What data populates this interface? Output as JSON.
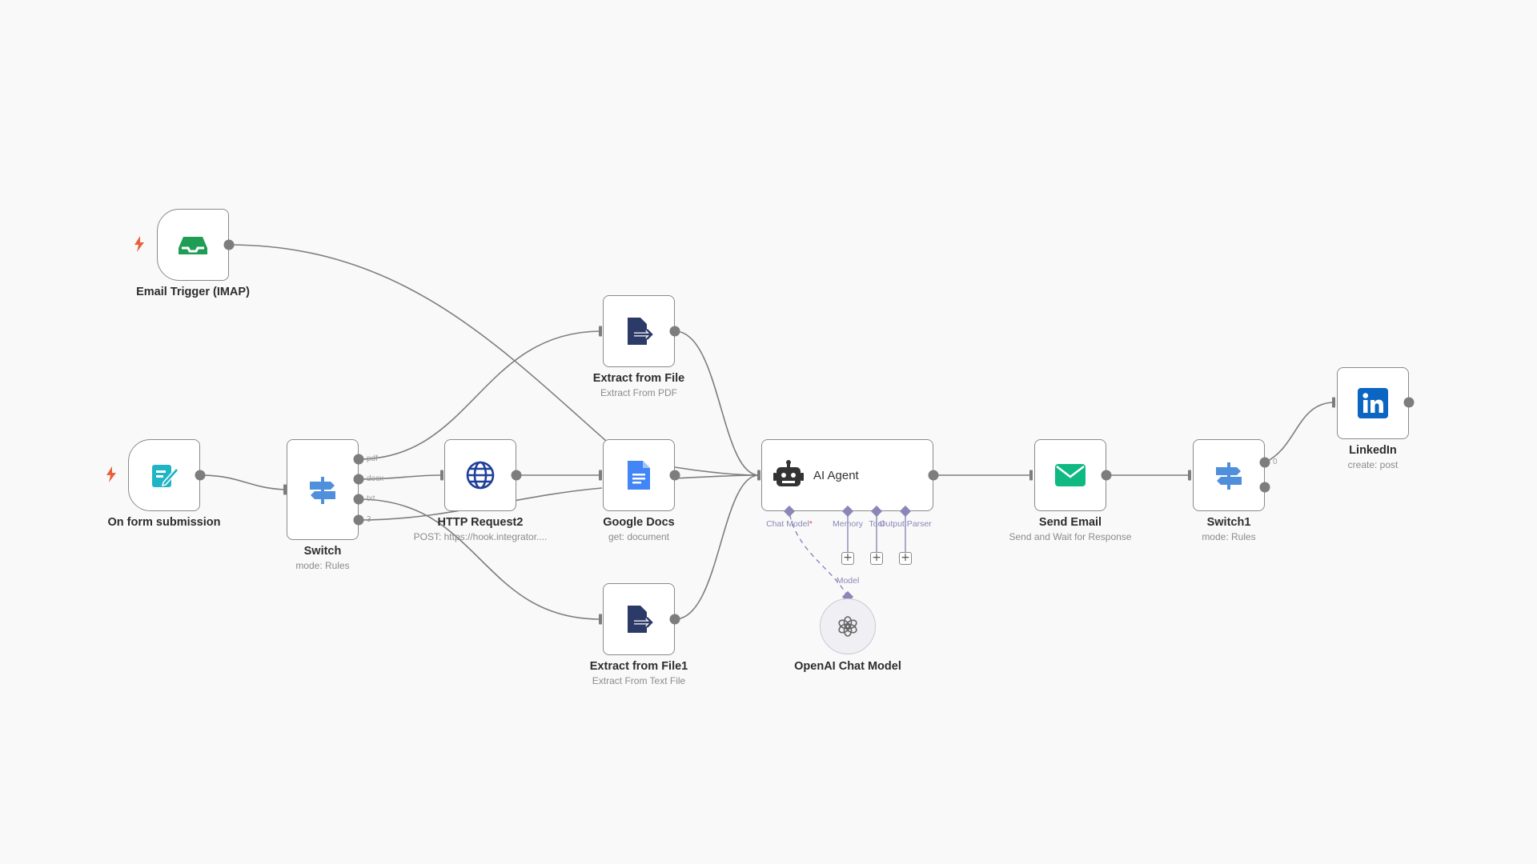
{
  "colors": {
    "canvas": "#f9f9f9",
    "edge": "#7d7d7d",
    "trigger_bolt": "#e8613c",
    "subport": "#8a87b8"
  },
  "nodes": {
    "email_trigger": {
      "title": "Email Trigger (IMAP)",
      "icon": "inbox-icon"
    },
    "form_trigger": {
      "title": "On form submission",
      "icon": "form-icon"
    },
    "switch": {
      "title": "Switch",
      "subtitle": "mode: Rules",
      "icon": "signpost-icon",
      "outputs": [
        "pdf",
        "docx",
        "txt",
        "3"
      ]
    },
    "http_request": {
      "title": "HTTP Request2",
      "subtitle": "POST: https://hook.integrator....",
      "icon": "globe-icon"
    },
    "extract_file": {
      "title": "Extract from File",
      "subtitle": "Extract From PDF",
      "icon": "file-export-icon"
    },
    "google_docs": {
      "title": "Google Docs",
      "subtitle": "get: document",
      "icon": "google-docs-icon"
    },
    "extract_file1": {
      "title": "Extract from File1",
      "subtitle": "Extract From Text File",
      "icon": "file-export-icon"
    },
    "ai_agent": {
      "title": "AI Agent",
      "icon": "robot-icon",
      "subports": {
        "chat_model": "Chat Model",
        "chat_model_required": "*",
        "memory": "Memory",
        "tool": "Tool",
        "output_parser": "Output Parser"
      }
    },
    "openai": {
      "title": "OpenAI Chat Model",
      "port_label": "Model",
      "icon": "openai-icon"
    },
    "send_email": {
      "title": "Send Email",
      "subtitle": "Send and Wait for Response",
      "icon": "envelope-icon"
    },
    "switch1": {
      "title": "Switch1",
      "subtitle": "mode: Rules",
      "icon": "signpost-icon",
      "outputs": [
        "0"
      ]
    },
    "linkedin": {
      "title": "LinkedIn",
      "subtitle": "create: post",
      "icon": "linkedin-icon"
    }
  },
  "add_button_glyph": "+"
}
